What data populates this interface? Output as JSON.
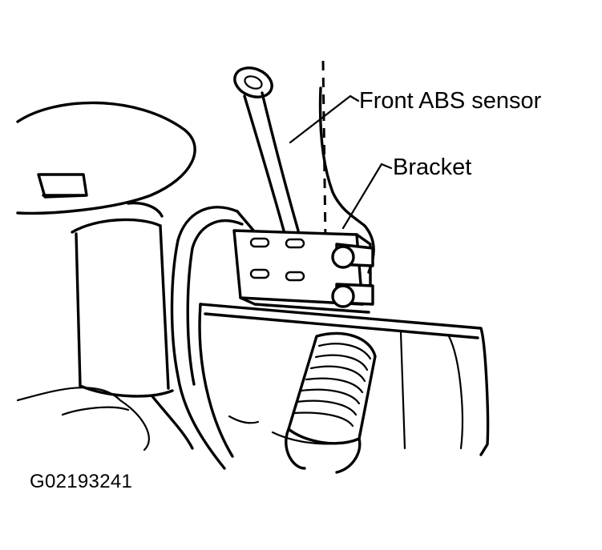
{
  "callouts": {
    "sensor_label": "Front ABS sensor",
    "bracket_label": "Bracket"
  },
  "figure_id": "G02193241"
}
